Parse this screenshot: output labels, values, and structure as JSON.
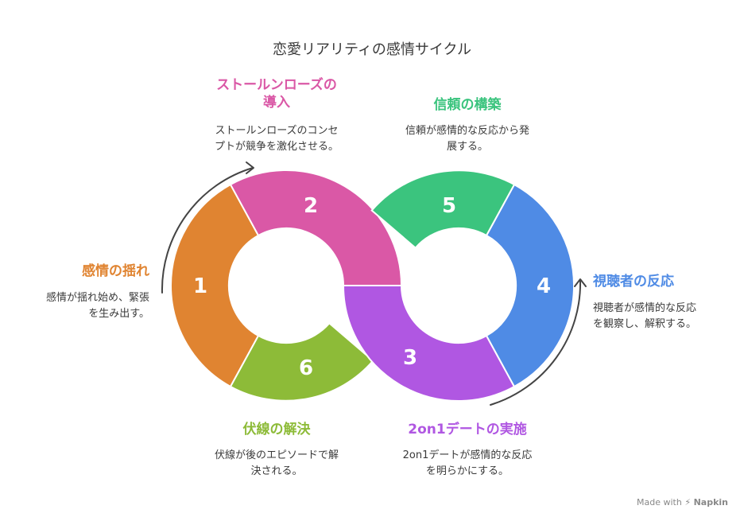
{
  "title": "恋愛リアリティの感情サイクル",
  "stages": [
    {
      "num": "1",
      "label": "感情の揺れ",
      "desc_lines": [
        "感情が揺れ始め、緊張",
        "を生み出す。"
      ],
      "color": "#e08431"
    },
    {
      "num": "2",
      "label_lines": [
        "ストールンローズの",
        "導入"
      ],
      "desc_lines": [
        "ストールンローズのコンセ",
        "プトが競争を激化させる。"
      ],
      "color": "#da58a6"
    },
    {
      "num": "3",
      "label": "2on1デートの実施",
      "desc_lines": [
        "2on1デートが感情的な反応",
        "を明らかにする。"
      ],
      "color": "#b057e2"
    },
    {
      "num": "4",
      "label": "視聴者の反応",
      "desc_lines": [
        "視聴者が感情的な反応",
        "を観察し、解釈する。"
      ],
      "color": "#4f8be5"
    },
    {
      "num": "5",
      "label": "信頼の構築",
      "desc_lines": [
        "信頼が感情的な反応から発",
        "展する。"
      ],
      "color": "#3bc47e"
    },
    {
      "num": "6",
      "label": "伏線の解決",
      "desc_lines": [
        "伏線が後のエピソードで解",
        "決される。"
      ],
      "color": "#8dbb38"
    }
  ],
  "footer": {
    "made_with": "Made with",
    "brand": "Napkin"
  },
  "icons": {
    "arrow": "curved-arrow-icon"
  }
}
